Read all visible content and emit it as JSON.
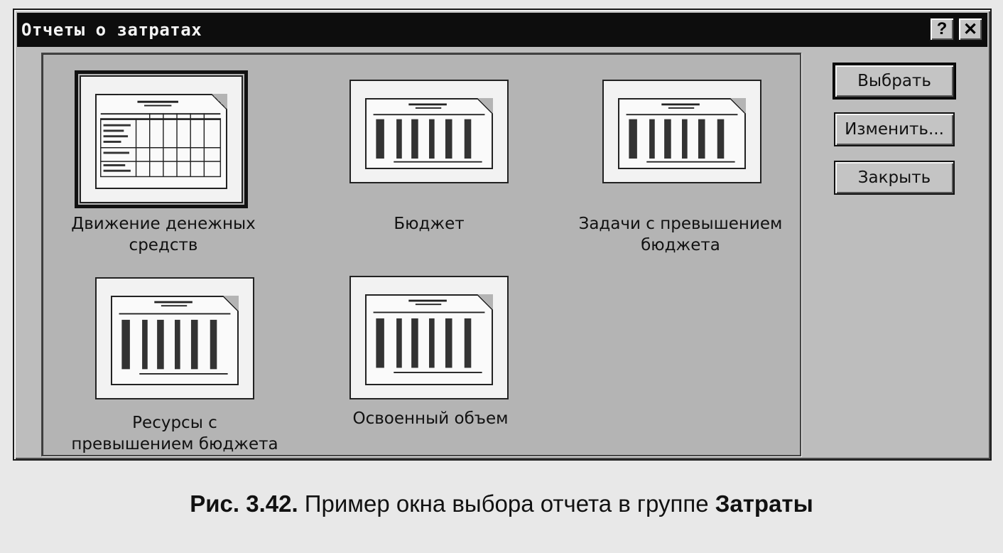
{
  "window": {
    "title": "Отчеты о затратах",
    "help_label": "?",
    "close_label": "✕"
  },
  "reports": [
    {
      "label_line1": "Движение денежных",
      "label_line2": "средств",
      "selected": true
    },
    {
      "label_line1": "Бюджет",
      "label_line2": "",
      "selected": false
    },
    {
      "label_line1": "Задачи с превышением",
      "label_line2": "бюджета",
      "selected": false
    },
    {
      "label_line1": "Ресурсы с",
      "label_line2": "превышением бюджета",
      "selected": false
    },
    {
      "label_line1": "Освоенный объем",
      "label_line2": "",
      "selected": false
    }
  ],
  "buttons": {
    "select": "Выбрать",
    "edit": "Изменить...",
    "close": "Закрыть"
  },
  "figure_caption": {
    "number": "Рис. 3.42.",
    "text": " Пример окна выбора отчета в группе ",
    "group": "Затраты"
  },
  "icons": {
    "help": "help-icon",
    "close": "close-icon",
    "report_thumbnail": "report-document-icon"
  }
}
